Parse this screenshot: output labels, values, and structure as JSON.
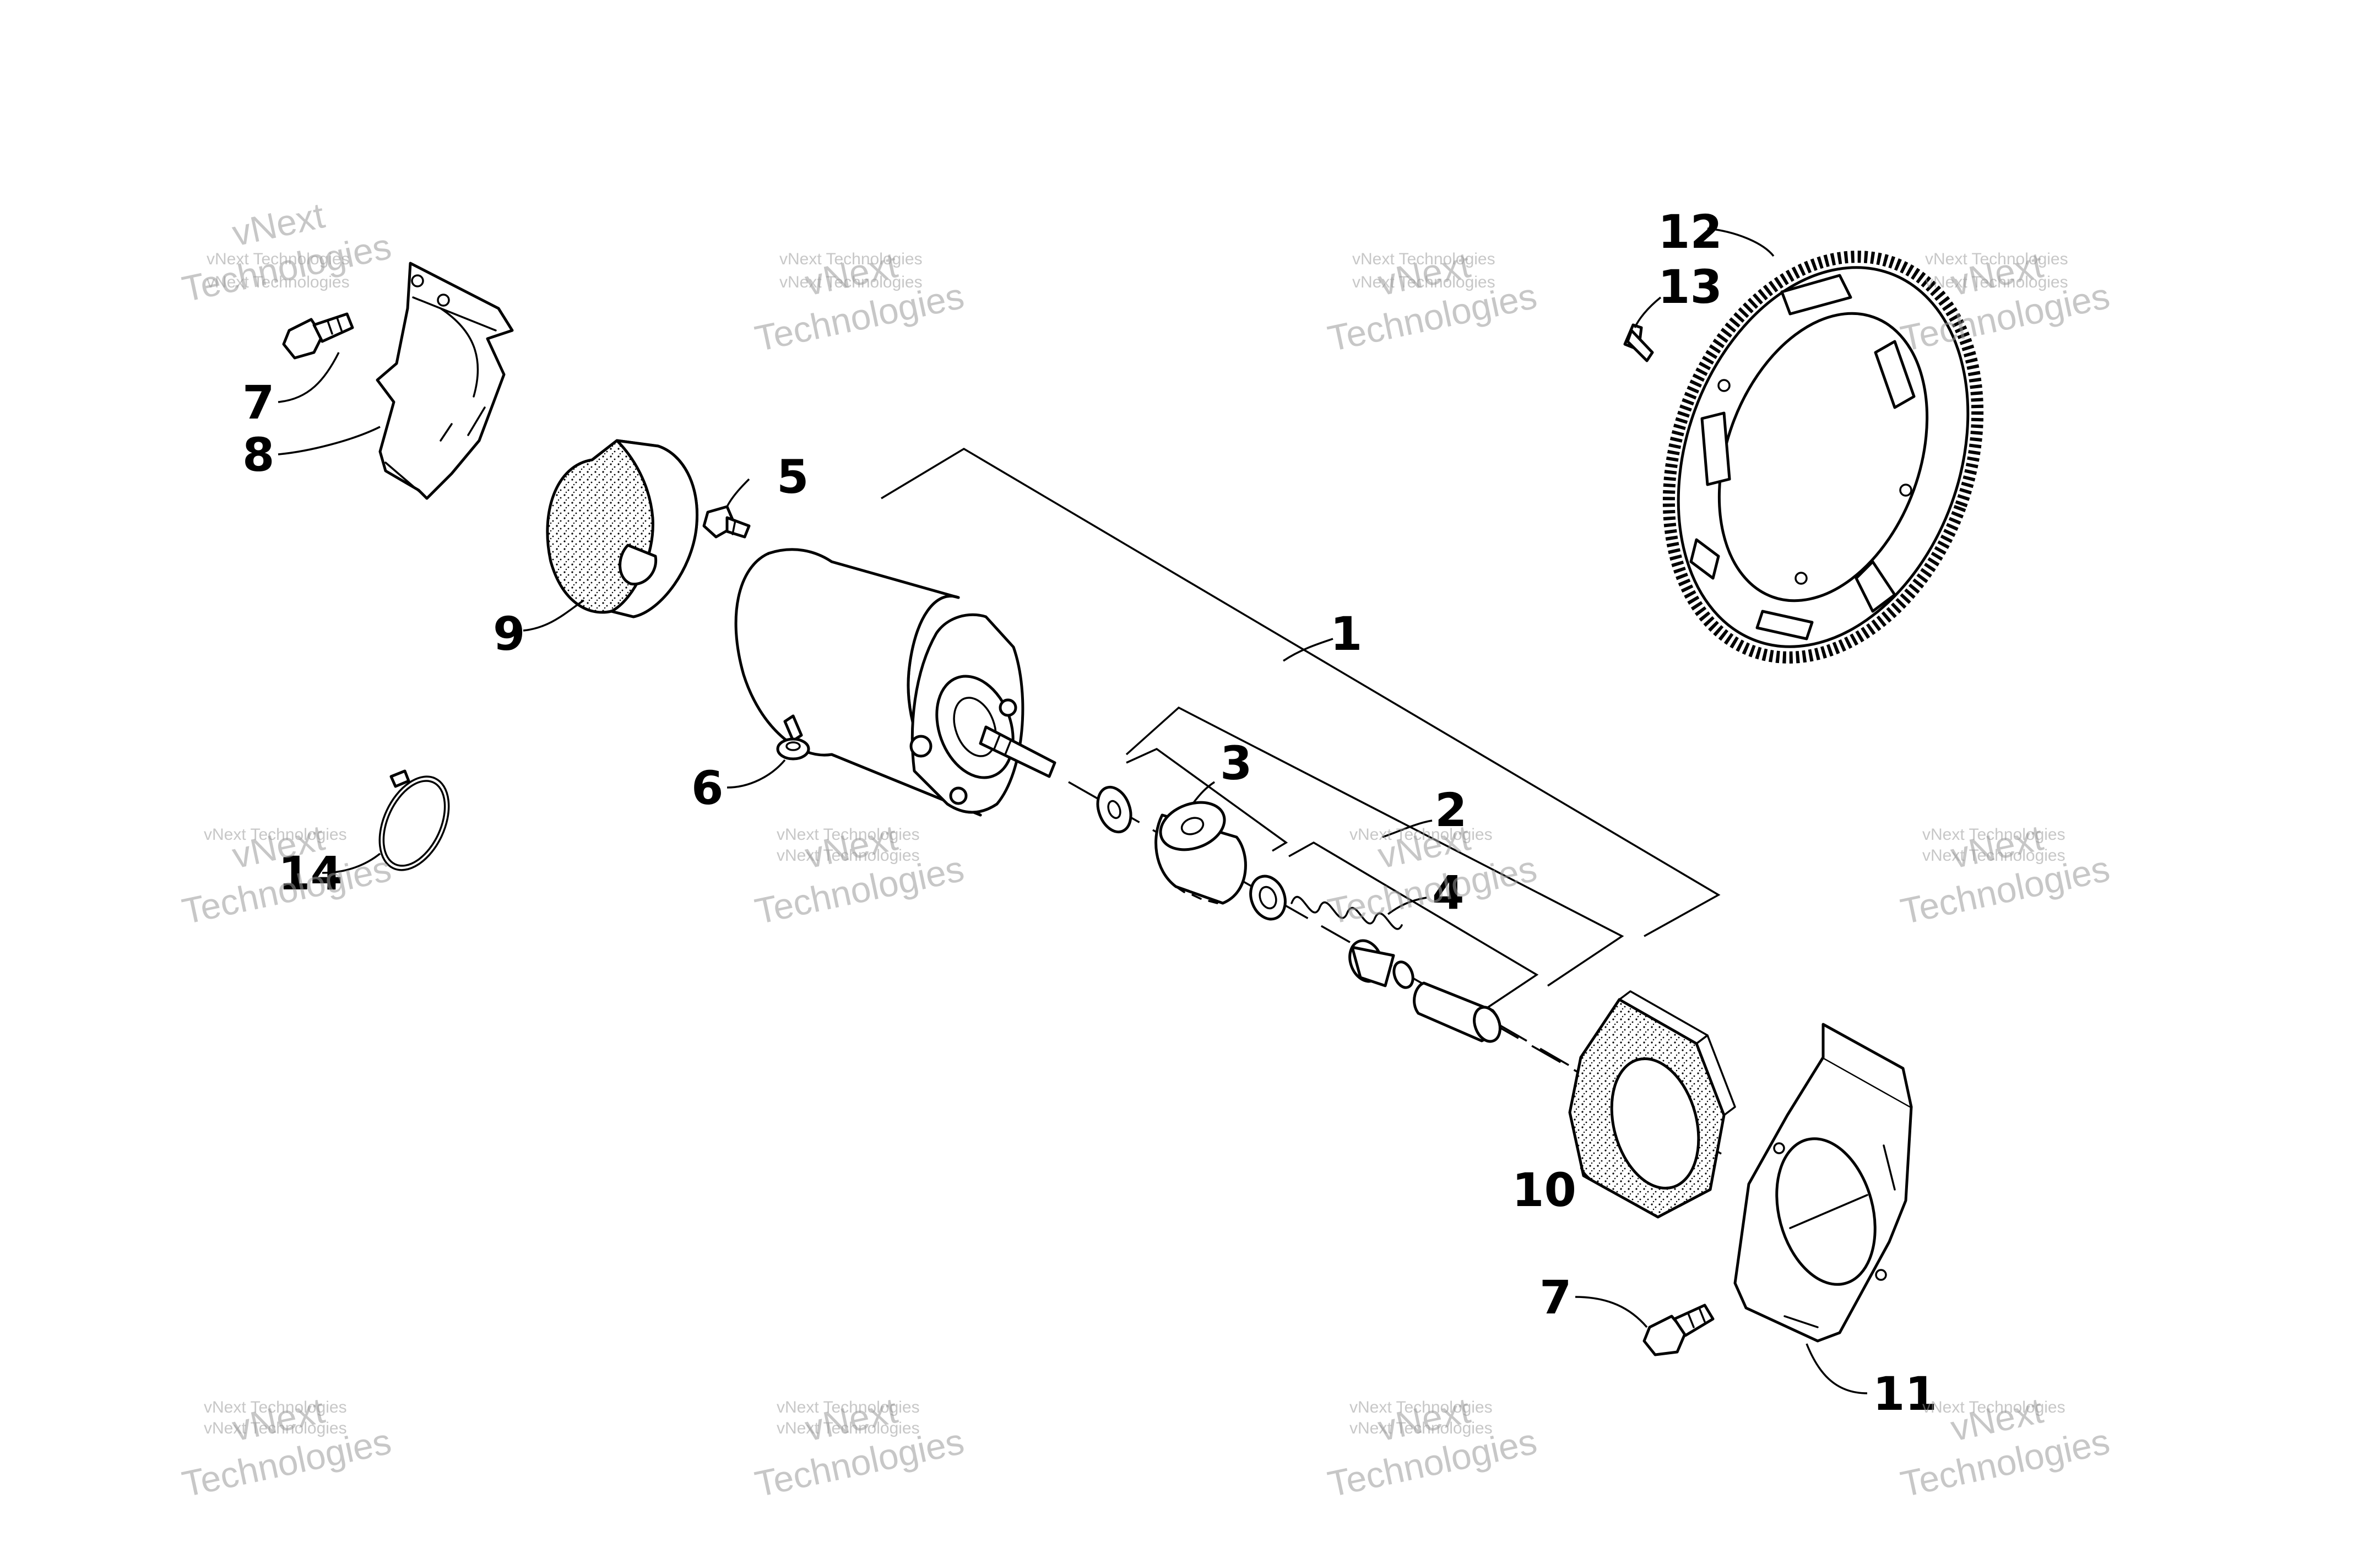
{
  "callouts": [
    {
      "id": "c1",
      "label": "1"
    },
    {
      "id": "c2",
      "label": "2"
    },
    {
      "id": "c3",
      "label": "3"
    },
    {
      "id": "c4",
      "label": "4"
    },
    {
      "id": "c5",
      "label": "5"
    },
    {
      "id": "c6",
      "label": "6"
    },
    {
      "id": "c7a",
      "label": "7"
    },
    {
      "id": "c7b",
      "label": "7"
    },
    {
      "id": "c8",
      "label": "8"
    },
    {
      "id": "c9",
      "label": "9"
    },
    {
      "id": "c10",
      "label": "10"
    },
    {
      "id": "c11",
      "label": "11"
    },
    {
      "id": "c12",
      "label": "12"
    },
    {
      "id": "c13",
      "label": "13"
    },
    {
      "id": "c14",
      "label": "14"
    }
  ],
  "watermark": {
    "small": "vNext Technologies",
    "big_top": "vNext",
    "big_bottom": "Technologies"
  }
}
